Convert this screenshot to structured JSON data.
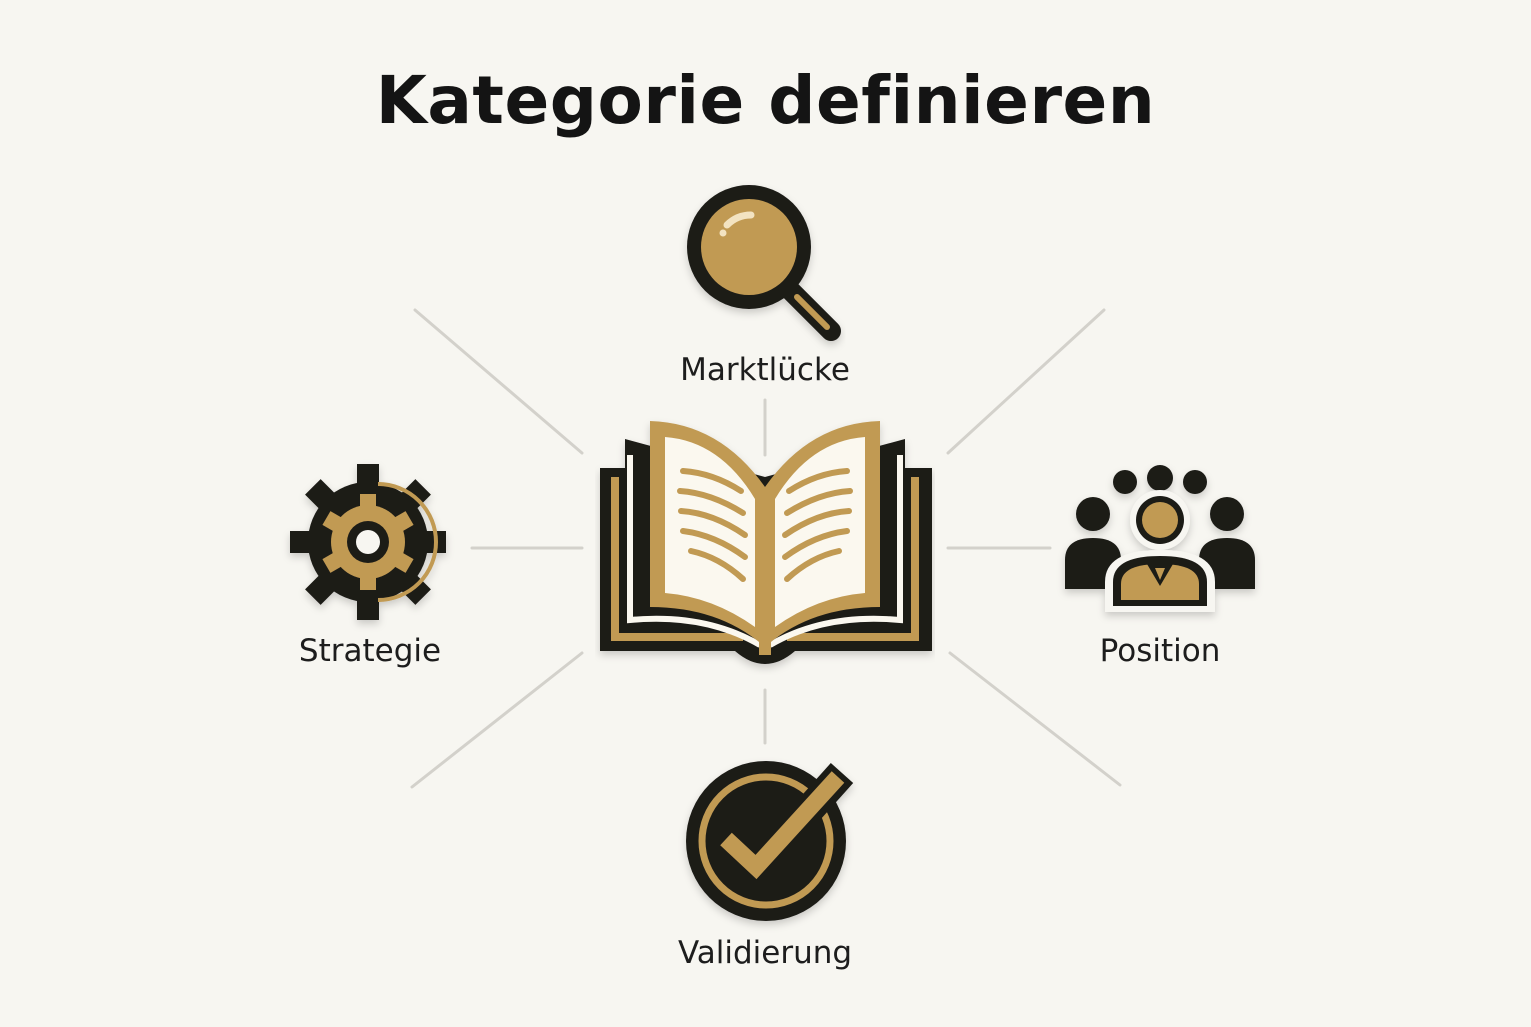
{
  "title": "Kategorie definieren",
  "center": {
    "icon": "open-book-icon"
  },
  "nodes": {
    "top": {
      "label": "Marktlücke",
      "icon": "magnifying-glass-icon"
    },
    "left": {
      "label": "Strategie",
      "icon": "gear-icon"
    },
    "right": {
      "label": "Position",
      "icon": "people-group-icon"
    },
    "bottom": {
      "label": "Validierung",
      "icon": "checkmark-circle-icon"
    }
  },
  "colors": {
    "background": "#f7f6f1",
    "black": "#1c1b19",
    "gold": "#c19a53",
    "cream": "#fbf8ef",
    "connector": "#d3d1cb"
  }
}
